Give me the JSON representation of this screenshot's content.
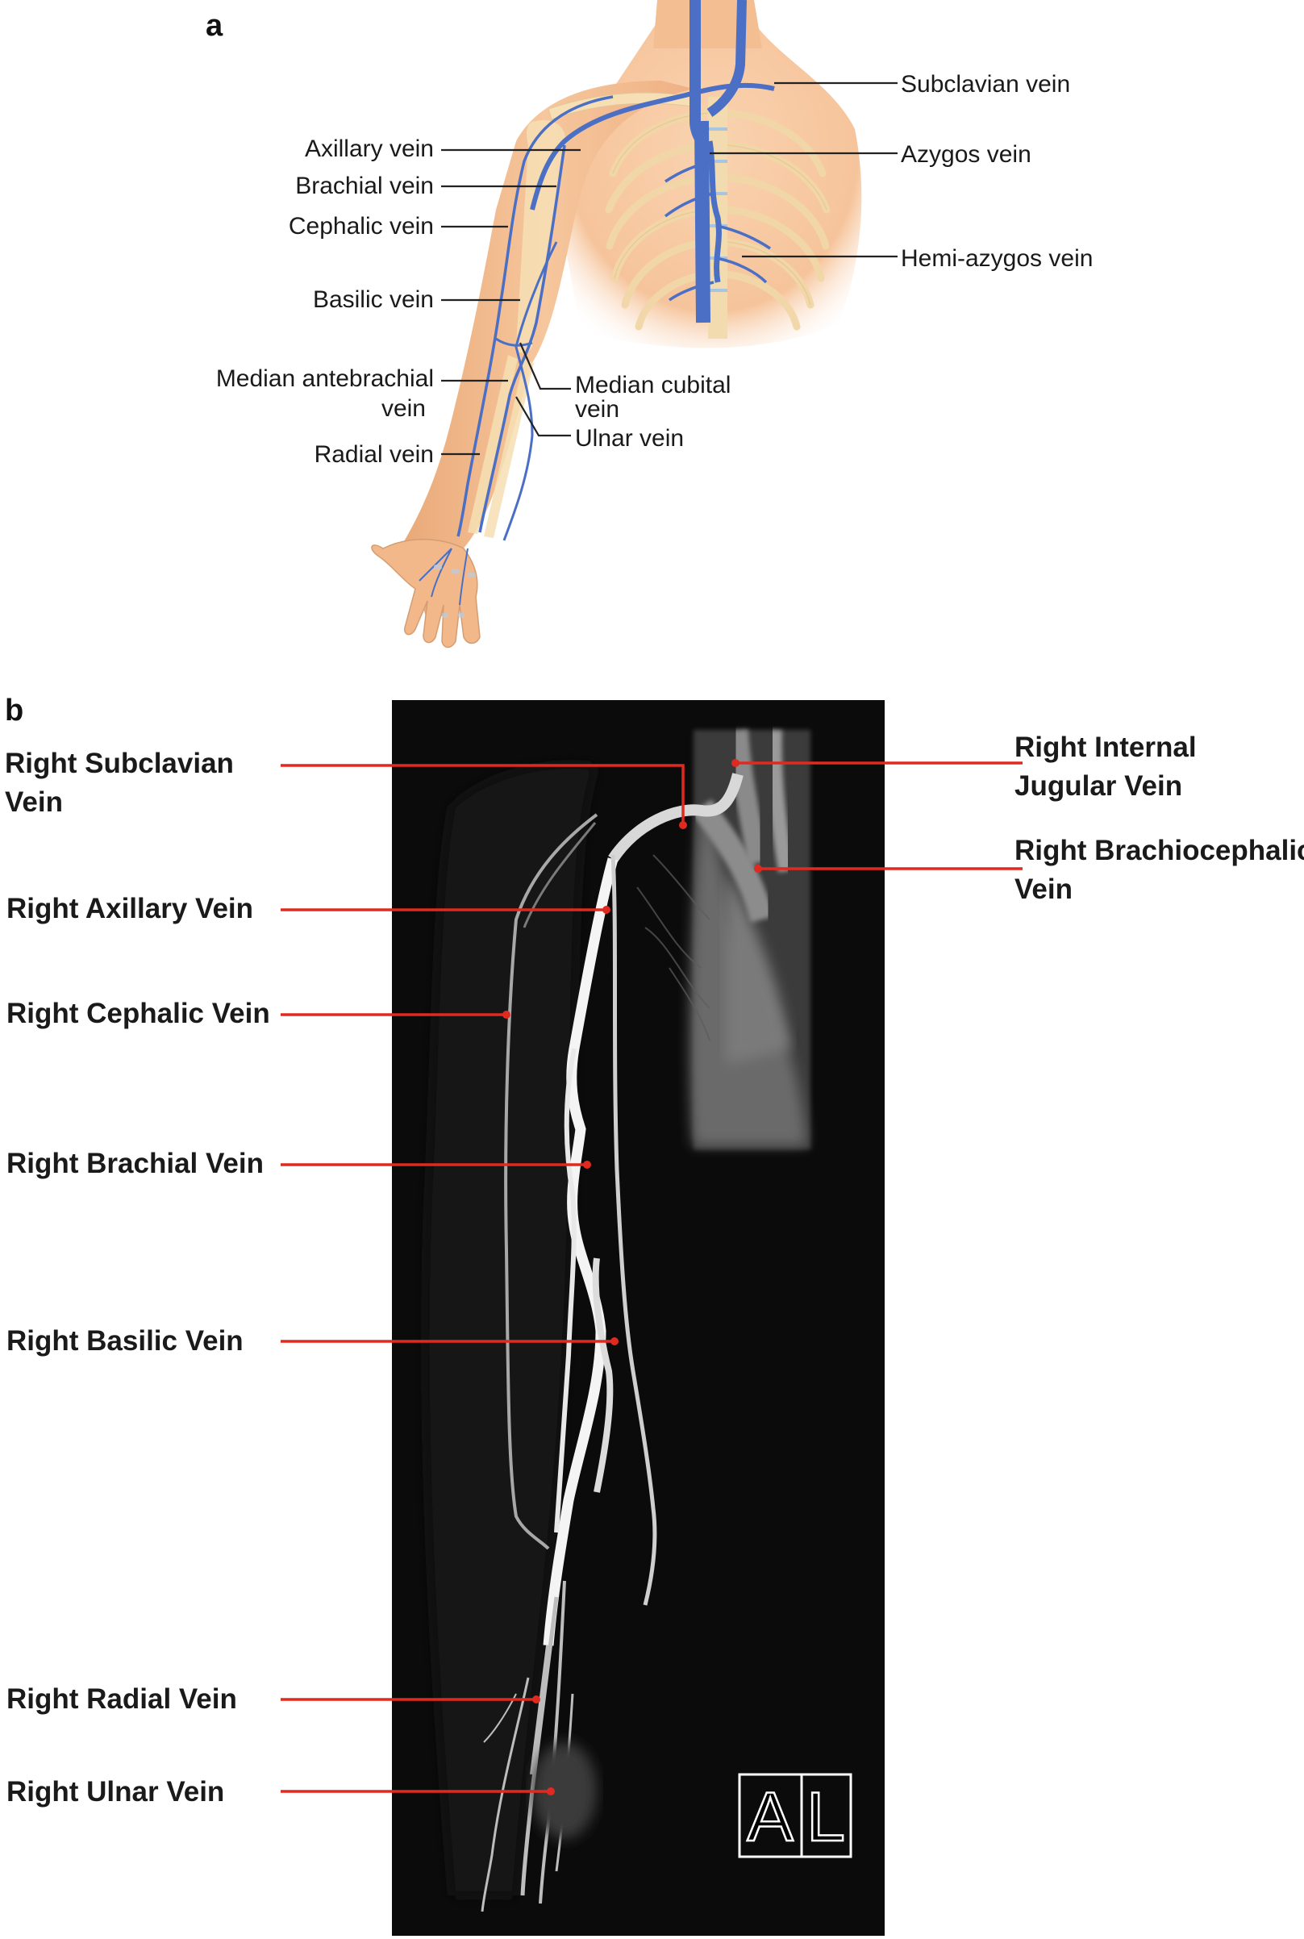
{
  "panel_a": {
    "letter": "a",
    "labels": {
      "axillary": "Axillary vein",
      "brachial": "Brachial vein",
      "cephalic": "Cephalic vein",
      "basilic": "Basilic vein",
      "median_antebrachial_1": "Median antebrachial",
      "median_antebrachial_2": "vein",
      "radial": "Radial vein",
      "median_cubital_1": "Median cubital",
      "median_cubital_2": "vein",
      "ulnar": "Ulnar vein",
      "subclavian": "Subclavian vein",
      "azygos": "Azygos vein",
      "hemiazygos": "Hemi-azygos vein"
    }
  },
  "panel_b": {
    "letter": "b",
    "labels": {
      "subclavian_1": "Right Subclavian",
      "subclavian_2": "Vein",
      "axillary": "Right Axillary Vein",
      "cephalic": "Right Cephalic Vein",
      "brachial": "Right Brachial Vein",
      "basilic": "Right Basilic Vein",
      "radial": "Right Radial Vein",
      "ulnar": "Right Ulnar Vein",
      "internal_jugular_1": "Right Internal",
      "internal_jugular_2": "Jugular Vein",
      "brachiocephalic_1": "Right Brachiocephalic",
      "brachiocephalic_2": "Vein"
    },
    "orientation_marker": {
      "left": "A",
      "right": "L"
    }
  },
  "colors": {
    "vein_blue": "#4a6fc4",
    "skin": "#f2b98a",
    "bone": "#f6dfb4",
    "leader_red": "#e02a20",
    "mra_background": "#0b0b0b"
  }
}
